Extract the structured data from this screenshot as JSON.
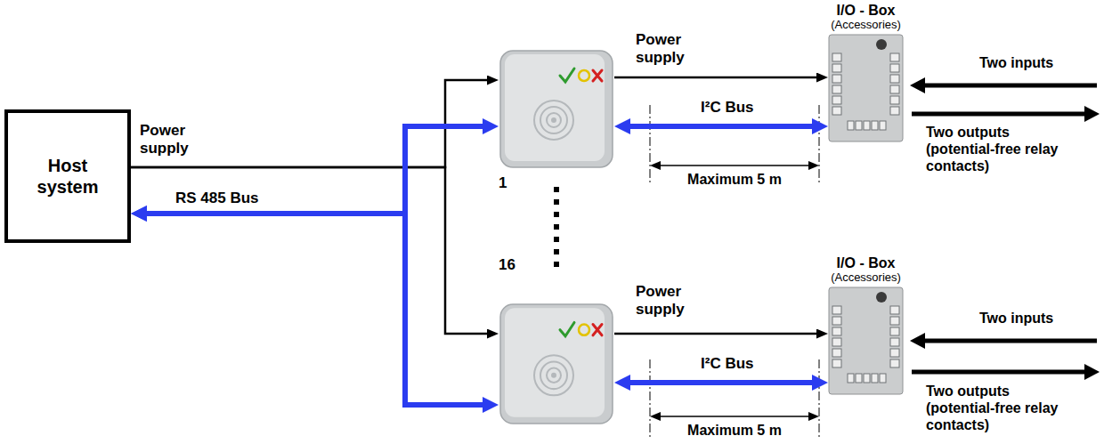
{
  "diagram": {
    "nodes": [
      {
        "text": [
          "Host system"
        ]
      },
      {
        "text": [
          "1"
        ]
      },
      {
        "text": [
          "16"
        ]
      },
      {
        "text": [
          "I/O - Box",
          "(Accessories)"
        ]
      },
      {
        "text": [
          "I/O - Box",
          "(Accessories)"
        ]
      }
    ],
    "edges": [
      {
        "from": 0,
        "to": 1,
        "arrow": "to",
        "label": "Power supply"
      },
      {
        "from": 0,
        "to": 2,
        "arrow": "to"
      },
      {
        "from": 0,
        "to": 1,
        "arrow": "both",
        "label": "RS 485 Bus"
      },
      {
        "from": 0,
        "to": 2,
        "arrow": "both"
      },
      {
        "from": 1,
        "to": 3,
        "arrow": "to",
        "label": "Power supply"
      },
      {
        "from": 1,
        "to": 3,
        "arrow": "both",
        "label": "I²C Bus"
      },
      {
        "from": 2,
        "to": 4,
        "arrow": "to",
        "label": "Power supply"
      },
      {
        "from": 2,
        "to": 4,
        "arrow": "both",
        "label": "I²C Bus"
      }
    ],
    "labels": [
      "Two inputs",
      "Two outputs (potential-free relay contacts)",
      "Maximum 5 m",
      "Two inputs",
      "Two outputs (potential-free relay contacts)",
      "Maximum 5 m"
    ]
  }
}
